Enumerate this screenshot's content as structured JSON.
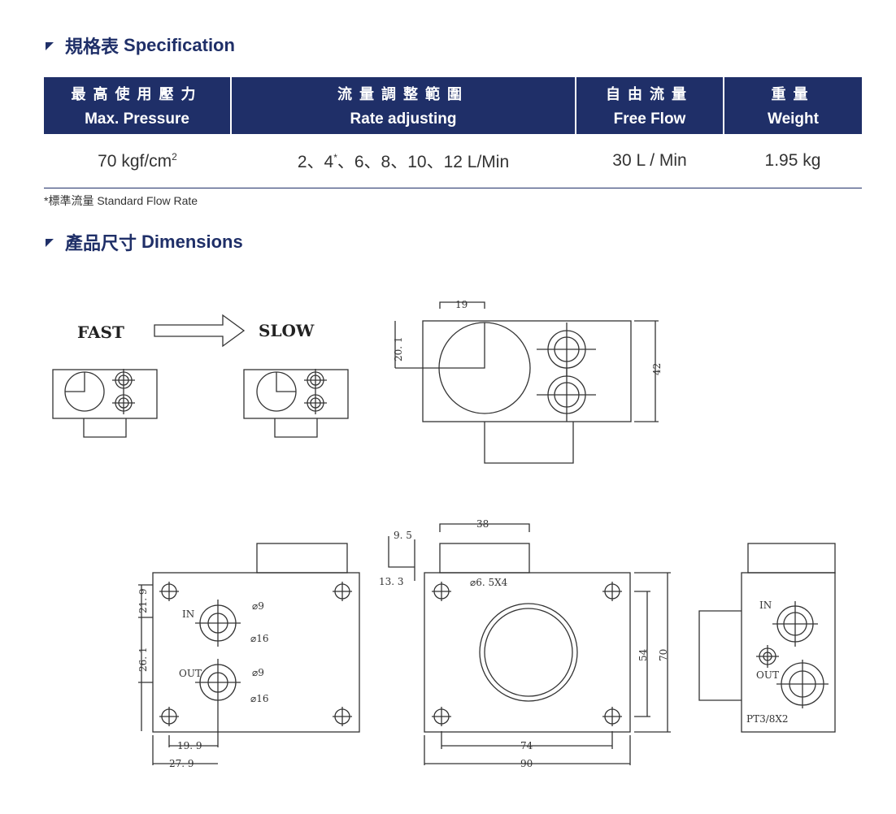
{
  "spec_section": {
    "title_cn": "規格表",
    "title_en": "Specification"
  },
  "table": {
    "headers": [
      {
        "cn": "最高使用壓力",
        "en": "Max. Pressure"
      },
      {
        "cn": "流量調整範圍",
        "en": "Rate adjusting"
      },
      {
        "cn": "自由流量",
        "en": "Free Flow"
      },
      {
        "cn": "重量",
        "en": "Weight"
      }
    ],
    "row": {
      "pressure_main": "70 kgf/cm",
      "pressure_sup": "2",
      "rate_a": "2、4",
      "rate_star": "*",
      "rate_b": "、6、8、10、12 L/Min",
      "free_flow": "30 L / Min",
      "weight": "1.95 kg"
    }
  },
  "footnote": "*標準流量 Standard Flow Rate",
  "dim_section": {
    "title_cn": "產品尺寸",
    "title_en": "Dimensions"
  },
  "drawing": {
    "fast": "FAST",
    "slow": "SLOW",
    "d19": "19",
    "d20_1": "20. 1",
    "d42": "42",
    "d9_5": "9. 5",
    "d38": "38",
    "d13_3": "13. 3",
    "d6_5x4": "⌀6. 5X4",
    "d21_9": "21. 9",
    "d26_1": "26. 1",
    "in": "IN",
    "out": "OUT",
    "phi9": "⌀9",
    "phi16": "⌀16",
    "d19_9": "19. 9",
    "d27_9": "27. 9",
    "d54": "54",
    "d70": "70",
    "d74": "74",
    "d90": "90",
    "pt": "PT3/8X2"
  }
}
